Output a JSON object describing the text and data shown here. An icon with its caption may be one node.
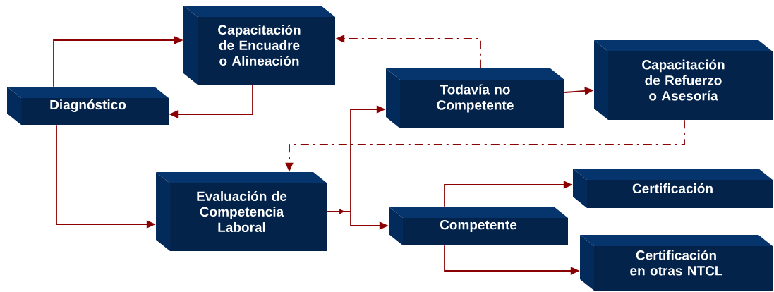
{
  "diagram": {
    "nodes": [
      {
        "text": [
          "Capacitación de Encuadre o Alineación"
        ]
      },
      {
        "text": [
          "Diagnóstico"
        ]
      },
      {
        "text": [
          "Todavía no Competente"
        ]
      },
      {
        "text": [
          "Capacitación de Refuerzo o Asesoría"
        ]
      },
      {
        "text": [
          "Evaluación de Competencia Laboral"
        ]
      },
      {
        "text": [
          "Competente"
        ]
      },
      {
        "text": [
          "Certificación"
        ]
      },
      {
        "text": [
          "Certificación en otras NTCL"
        ]
      }
    ],
    "edges": [
      {
        "from": 1,
        "to": 0,
        "arrow": "to"
      },
      {
        "from": 0,
        "to": 1,
        "arrow": "to"
      },
      {
        "from": 1,
        "to": 4,
        "arrow": "to"
      },
      {
        "from": 4,
        "to": 2,
        "arrow": "to"
      },
      {
        "from": 4,
        "to": 5,
        "arrow": "to"
      },
      {
        "from": 2,
        "to": 3,
        "arrow": "to"
      },
      {
        "from": 2,
        "to": 0,
        "arrow": "to",
        "style": "dashed"
      },
      {
        "from": 3,
        "to": 4,
        "arrow": "to",
        "style": "dashed"
      },
      {
        "from": 5,
        "to": 6,
        "arrow": "to"
      },
      {
        "from": 5,
        "to": 7,
        "arrow": "to"
      }
    ]
  }
}
